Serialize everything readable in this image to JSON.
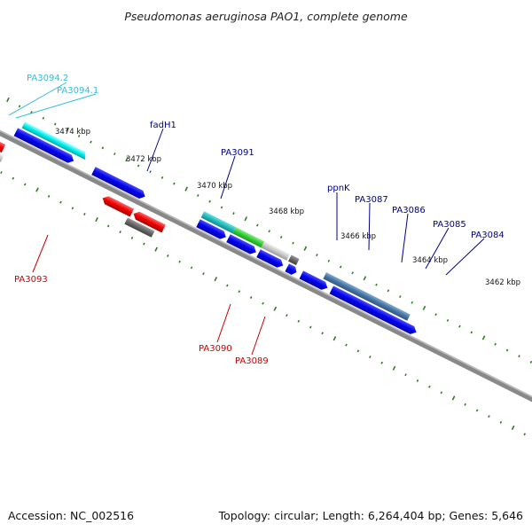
{
  "title": "Pseudomonas aeruginosa PAO1, complete genome",
  "footer": {
    "accession": "Accession: NC_002516",
    "summary": "Topology: circular; Length: 6,264,404 bp; Genes: 5,646"
  },
  "colors": {
    "backbone": "#808080",
    "tick": "#2e7d1f",
    "forward_label": "#00008b",
    "reverse_label": "#cc0000",
    "cyan_label": "#33bbdd"
  },
  "scale_labels": [
    "3474 kbp",
    "3472 kbp",
    "3470 kbp",
    "3468 kbp",
    "3466 kbp",
    "3464 kbp",
    "3462 kbp"
  ],
  "gene_labels": {
    "pa3094_2": "PA3094.2",
    "pa3094_1": "PA3094.1",
    "fadh1": "fadH1",
    "pa3091": "PA3091",
    "ppnk": "ppnK",
    "pa3087": "PA3087",
    "pa3086": "PA3086",
    "pa3085": "PA3085",
    "pa3084": "PA3084",
    "pa3093": "PA3093",
    "pa3090": "PA3090",
    "pa3089": "PA3089"
  }
}
